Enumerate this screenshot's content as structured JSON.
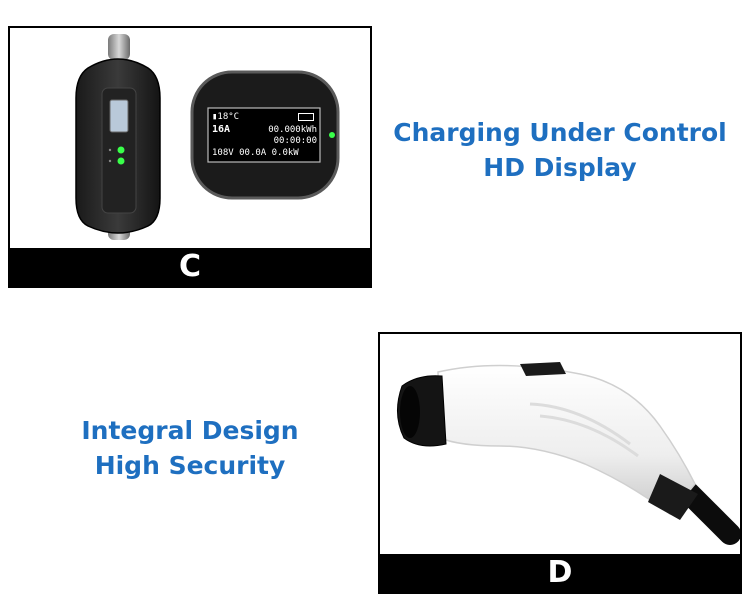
{
  "panels": {
    "c": {
      "letter": "C",
      "display": {
        "temperature": "18°C",
        "current": "16A",
        "energy": "00.000kWh",
        "time": "00:00:00",
        "voltage": "108V",
        "amps": "00.0A",
        "power": "0.0kW"
      }
    },
    "d": {
      "letter": "D"
    }
  },
  "captions": {
    "c": {
      "line1": "Charging Under Control",
      "line2": "HD Display"
    },
    "d": {
      "line1": "Integral Design",
      "line2": "High Security"
    }
  },
  "colors": {
    "caption": "#1e6fc0",
    "label_bar": "#000000",
    "indicator_led": "#39ff4a"
  },
  "icons": [
    "thermometer-icon",
    "battery-icon"
  ]
}
